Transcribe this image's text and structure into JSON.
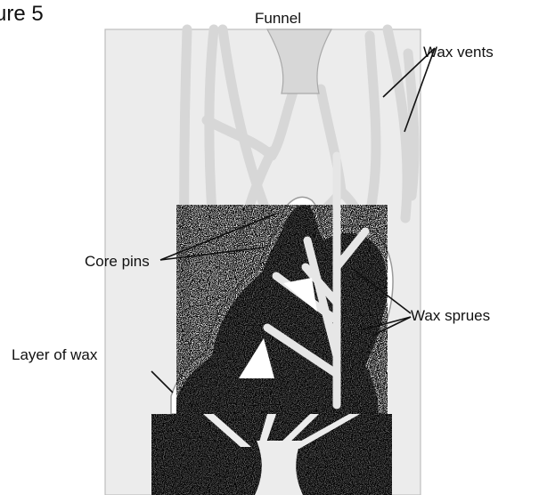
{
  "figure": {
    "title": "ure 5",
    "labels": {
      "funnel": "Funnel",
      "wax_vents": "Wax vents",
      "core_pins": "Core pins",
      "wax_sprues": "Wax sprues",
      "layer_of_wax": "Layer of wax"
    }
  },
  "colors": {
    "background": "#ffffff",
    "mold_frame": "#ececec",
    "channel": "#d9d9d9",
    "core_texture": "#5a5a5a",
    "wax_layer": "#ffffff",
    "leader_line": "#111111"
  }
}
